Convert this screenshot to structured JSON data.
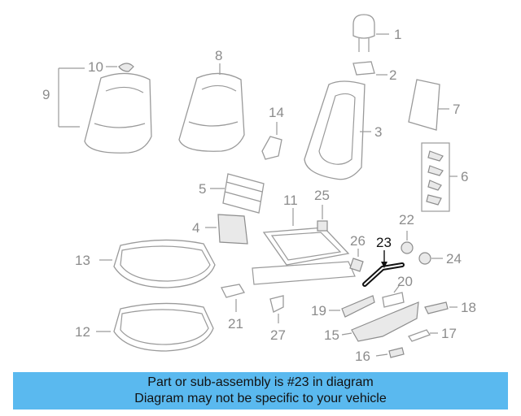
{
  "labels": {
    "p1": "1",
    "p2": "2",
    "p3": "3",
    "p4": "4",
    "p5": "5",
    "p6": "6",
    "p7": "7",
    "p8": "8",
    "p9": "9",
    "p10": "10",
    "p11": "11",
    "p12": "12",
    "p13": "13",
    "p14": "14",
    "p15": "15",
    "p16": "16",
    "p17": "17",
    "p18": "18",
    "p19": "19",
    "p20": "20",
    "p21": "21",
    "p22": "22",
    "p23": "23",
    "p24": "24",
    "p25": "25",
    "p26": "26",
    "p27": "27"
  },
  "banner": {
    "line1": "Part or sub-assembly is #23 in diagram",
    "line2": "Diagram may not be specific to your vehicle"
  },
  "colors": {
    "banner": "#5ab9ef",
    "highlight": "#111111",
    "label": "#8c8c8c"
  }
}
